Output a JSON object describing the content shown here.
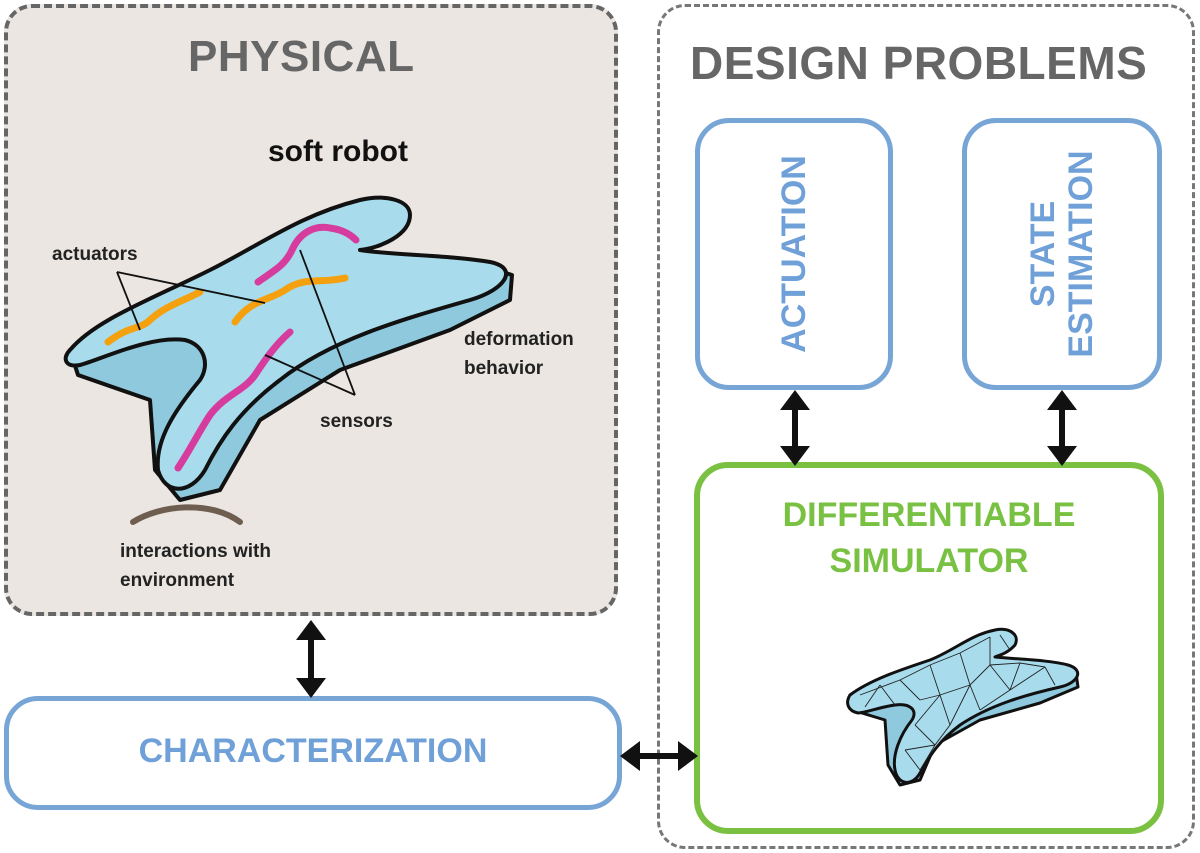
{
  "physical": {
    "title": "PHYSICAL",
    "subtitle": "soft robot",
    "labels": {
      "actuators": "actuators",
      "deformation_line1": "deformation",
      "deformation_line2": "behavior",
      "sensors": "sensors",
      "interactions_line1": "interactions with",
      "interactions_line2": "environment"
    }
  },
  "design": {
    "title": "DESIGN PROBLEMS",
    "actuation": "ACTUATION",
    "state_line1": "STATE",
    "state_line2": "ESTIMATION",
    "simulator_line1": "DIFFERENTIABLE",
    "simulator_line2": "SIMULATOR"
  },
  "characterization": "CHARACTERIZATION",
  "colors": {
    "blue": "#6fa0d8",
    "green": "#79c142",
    "robot_fill": "#a8dcec",
    "actuator": "#f5a00f",
    "sensor": "#d63c9e"
  }
}
